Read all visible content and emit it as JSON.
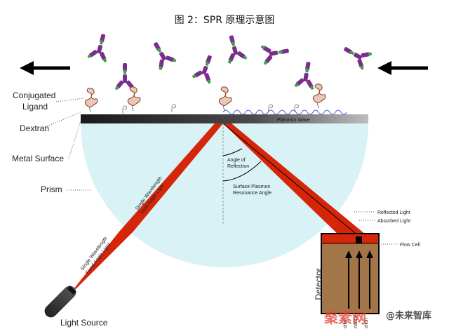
{
  "figure": {
    "title": "图 2：SPR 原理示意图"
  },
  "labels": {
    "conjugated_ligand": "Conjugated",
    "conjugated_ligand_2": "Ligand",
    "dextran": "Dextran",
    "metal_surface": "Metal Surface",
    "prism": "Prism",
    "light_source": "Light Source",
    "plasmon_wave": "Plasmon Wave",
    "angle_of_reflection_1": "Angle of",
    "angle_of_reflection_2": "Reflection",
    "spr_angle_1": "Surface Plasmon",
    "spr_angle_2": "Resonance Angle",
    "reflected_light": "Reflected Light",
    "absorbed_light": "Absorbed Light",
    "flow_cell": "Flow Cell",
    "detector": "Detector",
    "beam_multi_1": "Single Wavelength",
    "beam_multi_2": "Multi Angle Light",
    "beam_fixed_1": "Single Wavelength",
    "beam_fixed_2": "Fixed Angle Light",
    "detector_col_1": "ction",
    "detector_col_2": "nance",
    "detector_col_3": "ction"
  },
  "watermark": {
    "brand": "聚素网",
    "handle": "@未来智库"
  },
  "colors": {
    "beam": "#d6260a",
    "prism": "#d9f2f5",
    "metal_surface": "#333333",
    "detector_body": "#a3764a",
    "molecule_purple": "#7a2e8c",
    "molecule_green": "#3aa046"
  }
}
